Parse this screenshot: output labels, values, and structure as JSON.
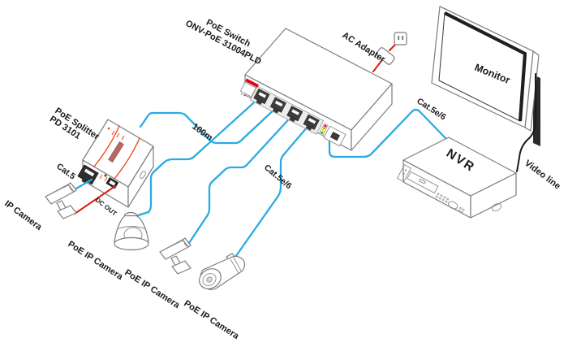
{
  "labels": {
    "switch_line1": "PoE Switch",
    "switch_line2": "ONV-PoE 31004PLD",
    "ac_adapter": "AC Adapter",
    "monitor": "Monitor",
    "nvr": "NVR",
    "video_line": "Video line",
    "cat5e6_to_nvr": "Cat.5e/6",
    "cat5e6_to_camera": "Cat.5e/6",
    "distance_100m": "100m",
    "splitter_line1": "PoE Splitter",
    "splitter_line2": "PD 3101",
    "cat5": "Cat.5",
    "dc_out": "DC OUT",
    "ip_camera": "IP Camera",
    "poe_ip_camera_1": "PoE IP Camera",
    "poe_ip_camera_2": "PoE IP Camera",
    "poe_ip_camera_3": "PoE IP Camera"
  },
  "colors": {
    "data_cable": "#29ABE2",
    "power_cable": "#E8140C",
    "video_cable": "#1A1A1A",
    "outline": "#7D7D7D",
    "splitter_accent": "#E8430F",
    "logo_red": "#E30613",
    "led_strip": [
      "#E30613",
      "#F39200",
      "#FFED00",
      "#3AAA35"
    ],
    "text": "#1A1A1A"
  }
}
